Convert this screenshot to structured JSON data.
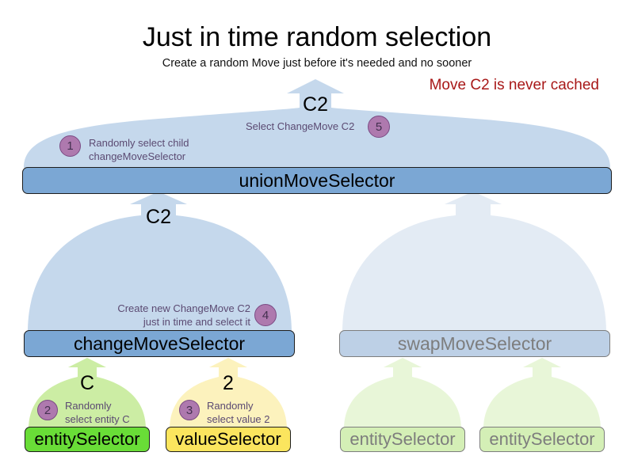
{
  "header": {
    "title": "Just in time random selection",
    "subtitle": "Create a random Move just before it's needed and no sooner",
    "note": "Move C2 is never cached",
    "note_color": "#A81818"
  },
  "flow_labels": {
    "top_union_out": "C2",
    "change_to_union": "C2",
    "entity_out": "C",
    "value_out": "2"
  },
  "nodes": {
    "union": {
      "label": "unionMoveSelector",
      "color": "#7BA7D4",
      "active": true
    },
    "change": {
      "label": "changeMoveSelector",
      "color": "#7BA7D4",
      "active": true
    },
    "swap": {
      "label": "swapMoveSelector",
      "color": "#BDD0E6",
      "active": false
    },
    "entity_left": {
      "label": "entitySelector",
      "color": "#69DD37",
      "active": true
    },
    "value_left": {
      "label": "valueSelector",
      "color": "#FBE55E",
      "active": true
    },
    "entity_swap_a": {
      "label": "entitySelector",
      "color": "#D4EFB6",
      "active": false
    },
    "entity_swap_b": {
      "label": "entitySelector",
      "color": "#D4EFB6",
      "active": false
    }
  },
  "steps": [
    {
      "number": "1",
      "lines": [
        "Randomly select child",
        "changeMoveSelector"
      ],
      "align": "left"
    },
    {
      "number": "2",
      "lines": [
        "Randomly",
        "select entity C"
      ],
      "align": "left"
    },
    {
      "number": "3",
      "lines": [
        "Randomly",
        "select value 2"
      ],
      "align": "left"
    },
    {
      "number": "4",
      "lines": [
        "Create new ChangeMove C2",
        "just in time and select it"
      ],
      "align": "right"
    },
    {
      "number": "5",
      "lines": [
        "Select ChangeMove C2"
      ],
      "align": "right"
    }
  ],
  "palette": {
    "arrow_blue": "#C5D8EC",
    "arrow_blue_ghost": "#E3EBF4",
    "arrow_green": "#CCEDA4",
    "arrow_green_ghost": "#E8F6D8",
    "arrow_yellow": "#FCF2BD",
    "badge_fill": "#AE79AE",
    "badge_stroke": "#7B4B84",
    "anno_text": "#5B4A72"
  }
}
